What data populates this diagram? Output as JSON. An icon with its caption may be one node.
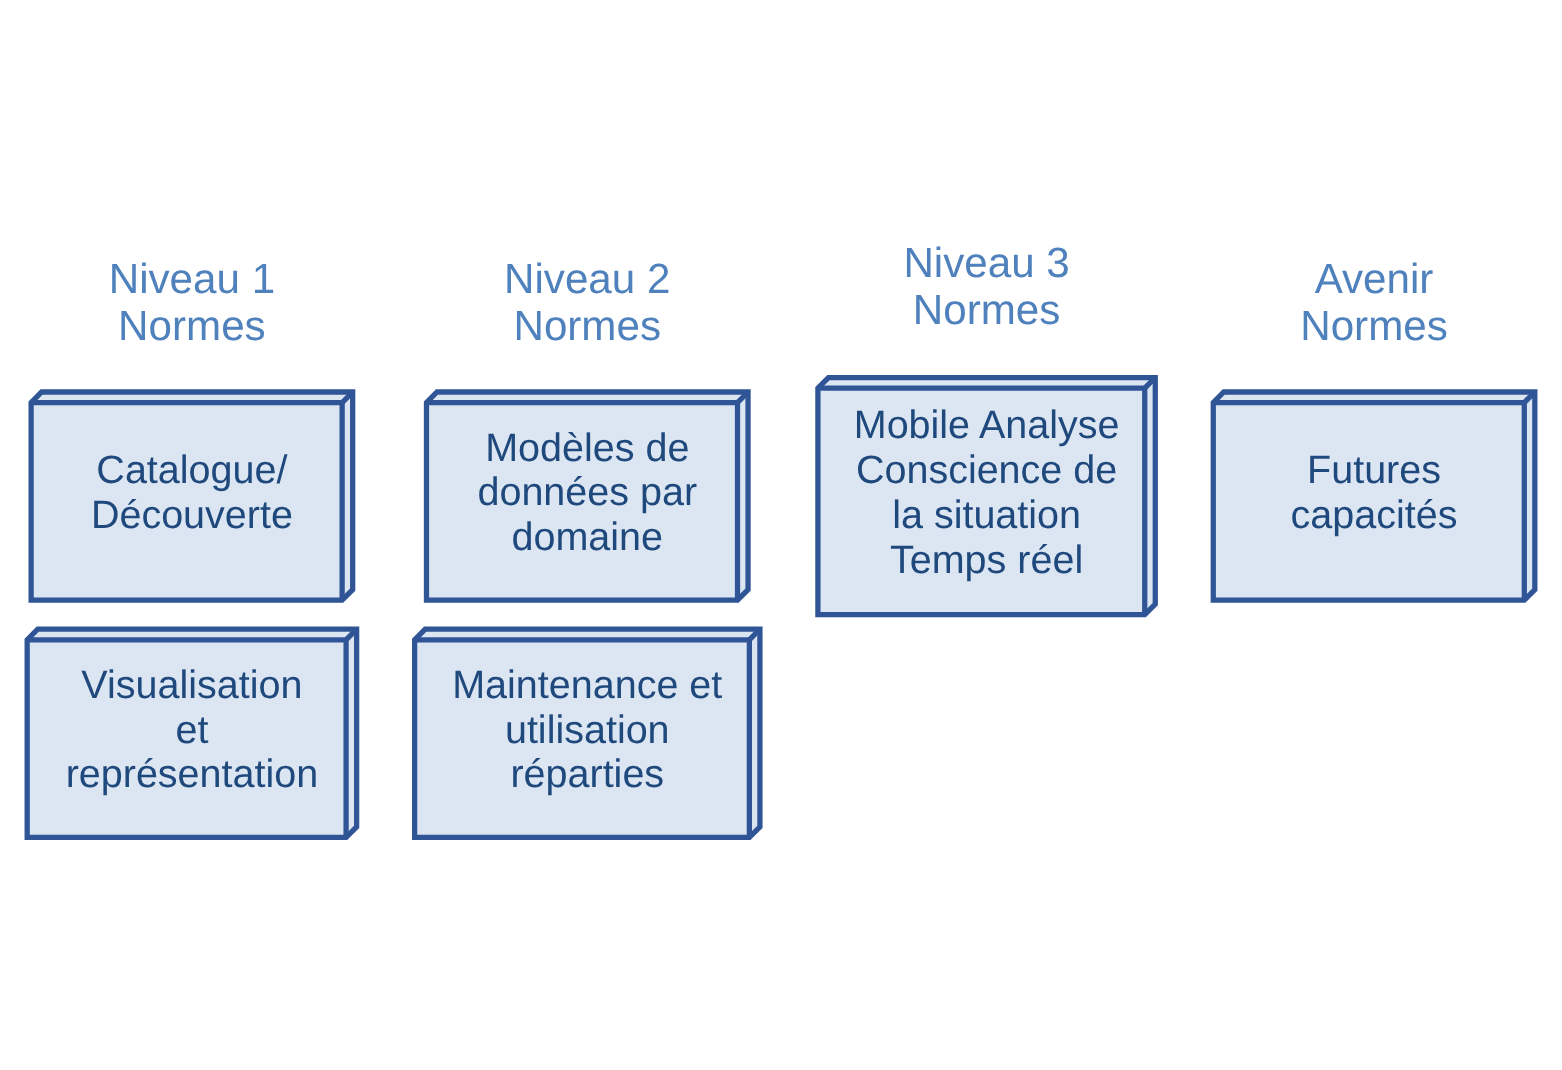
{
  "diagram": {
    "nodes": [
      {
        "text": [
          "Catalogue/ Découverte"
        ],
        "beside": [
          "Niveau 1 Normes"
        ]
      },
      {
        "text": [
          "Visualisation et représentation"
        ]
      },
      {
        "text": [
          "Modèles de données par domaine"
        ],
        "beside": [
          "Niveau 2 Normes"
        ]
      },
      {
        "text": [
          "Maintenance et utilisation réparties"
        ]
      },
      {
        "text": [
          "Mobile Analyse Conscience de la situation Temps réel"
        ],
        "beside": [
          "Niveau 3 Normes"
        ]
      },
      {
        "text": [
          "Futures capacités"
        ],
        "beside": [
          "Avenir Normes"
        ]
      }
    ],
    "edges": []
  }
}
